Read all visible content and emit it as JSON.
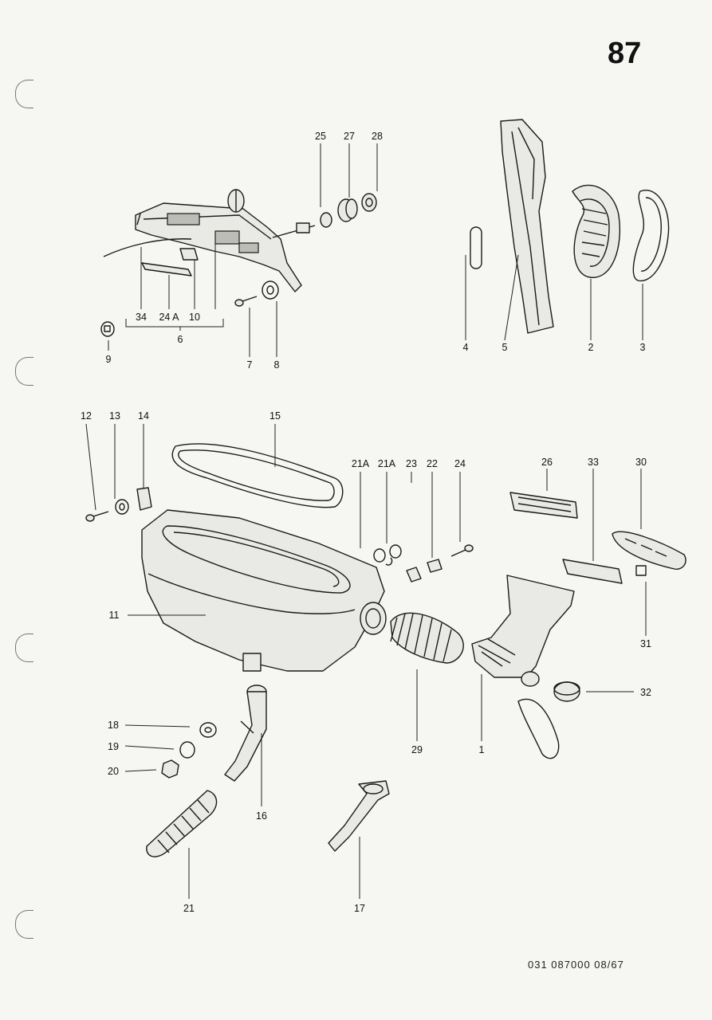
{
  "page_number": "87",
  "document_code": "031 087000 08/67",
  "callouts": [
    {
      "id": "c25",
      "text": "25"
    },
    {
      "id": "c27",
      "text": "27"
    },
    {
      "id": "c28",
      "text": "28"
    },
    {
      "id": "c34",
      "text": "34"
    },
    {
      "id": "c24a-top",
      "text": "24 A"
    },
    {
      "id": "c10",
      "text": "10"
    },
    {
      "id": "c6",
      "text": "6"
    },
    {
      "id": "c9",
      "text": "9"
    },
    {
      "id": "c7",
      "text": "7"
    },
    {
      "id": "c8",
      "text": "8"
    },
    {
      "id": "c4",
      "text": "4"
    },
    {
      "id": "c5",
      "text": "5"
    },
    {
      "id": "c2",
      "text": "2"
    },
    {
      "id": "c3",
      "text": "3"
    },
    {
      "id": "c12",
      "text": "12"
    },
    {
      "id": "c13",
      "text": "13"
    },
    {
      "id": "c14",
      "text": "14"
    },
    {
      "id": "c15",
      "text": "15"
    },
    {
      "id": "c21a-1",
      "text": "21A"
    },
    {
      "id": "c21a-2",
      "text": "21A"
    },
    {
      "id": "c23",
      "text": "23"
    },
    {
      "id": "c22",
      "text": "22"
    },
    {
      "id": "c24",
      "text": "24"
    },
    {
      "id": "c26",
      "text": "26"
    },
    {
      "id": "c33",
      "text": "33"
    },
    {
      "id": "c30",
      "text": "30"
    },
    {
      "id": "c11",
      "text": "11"
    },
    {
      "id": "c31",
      "text": "31"
    },
    {
      "id": "c32",
      "text": "32"
    },
    {
      "id": "c29",
      "text": "29"
    },
    {
      "id": "c1",
      "text": "1"
    },
    {
      "id": "c18",
      "text": "18"
    },
    {
      "id": "c19",
      "text": "19"
    },
    {
      "id": "c20",
      "text": "20"
    },
    {
      "id": "c16",
      "text": "16"
    },
    {
      "id": "c21",
      "text": "21"
    },
    {
      "id": "c17",
      "text": "17"
    }
  ]
}
